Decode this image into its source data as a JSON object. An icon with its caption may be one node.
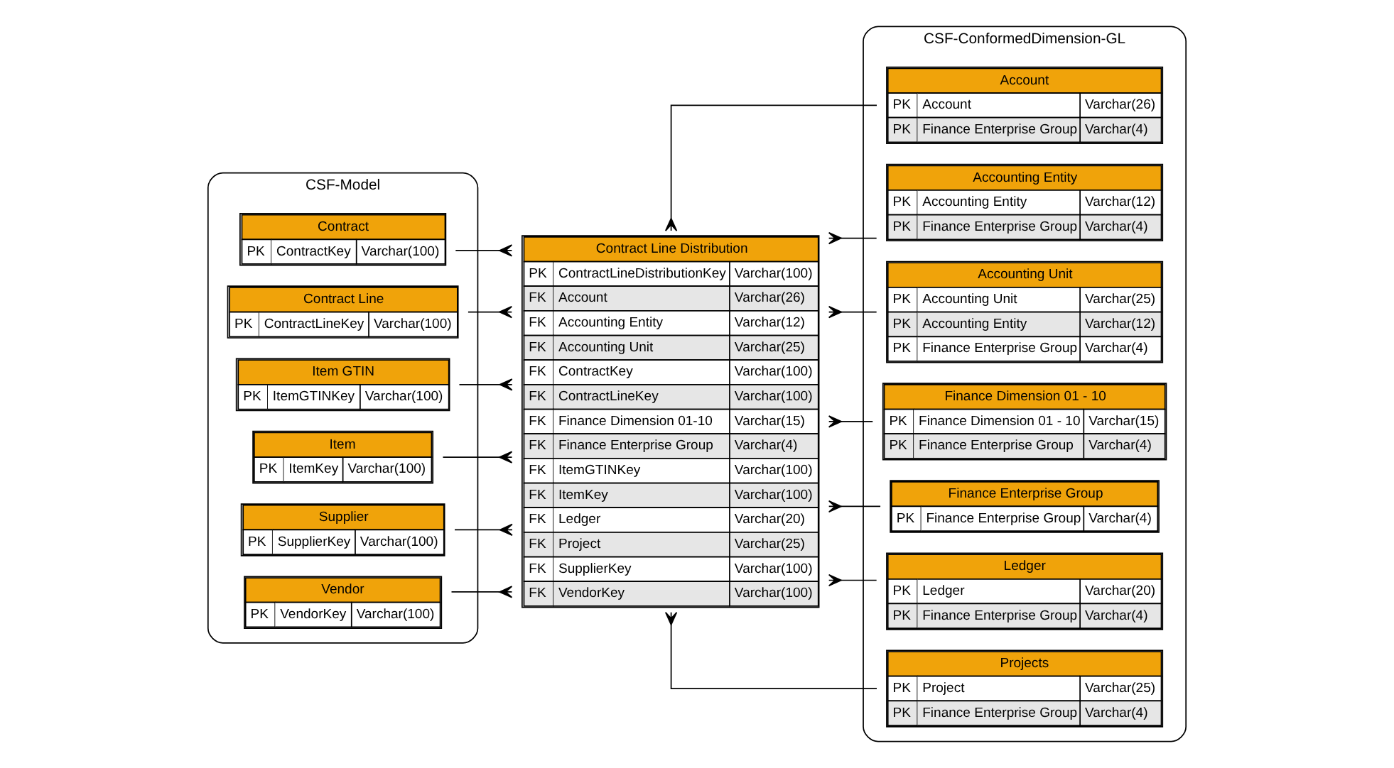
{
  "diagram": {
    "nodes": [
      {
        "text": [
          "CSF-Model"
        ]
      },
      {
        "text": [
          "Contract",
          "PK",
          "ContractKey",
          "Varchar(100)"
        ],
        "in": 0
      },
      {
        "text": [
          "Contract Line",
          "PK",
          "ContractLineKey",
          "Varchar(100)"
        ],
        "in": 0
      },
      {
        "text": [
          "Item GTIN",
          "PK",
          "ItemGTINKey",
          "Varchar(100)"
        ],
        "in": 0
      },
      {
        "text": [
          "Item",
          "PK",
          "ItemKey",
          "Varchar(100)"
        ],
        "in": 0
      },
      {
        "text": [
          "Supplier",
          "PK",
          "SupplierKey",
          "Varchar(100)"
        ],
        "in": 0
      },
      {
        "text": [
          "Vendor",
          "PK",
          "VendorKey",
          "Varchar(100)"
        ],
        "in": 0
      },
      {
        "text": [
          "Contract Line Distribution",
          "PK",
          "ContractLineDistributionKey",
          "Varchar(100)",
          "FK",
          "Account",
          "Varchar(26)",
          "FK",
          "Accounting Entity",
          "Varchar(12)",
          "FK",
          "Accounting Unit",
          "Varchar(25)",
          "FK",
          "ContractKey",
          "Varchar(100)",
          "FK",
          "ContractLineKey",
          "Varchar(100)",
          "FK",
          "Finance Dimension 01-10",
          "Varchar(15)",
          "FK",
          "Finance Enterprise Group",
          "Varchar(4)",
          "FK",
          "ItemGTINKey",
          "Varchar(100)",
          "FK",
          "ItemKey",
          "Varchar(100)",
          "FK",
          "Ledger",
          "Varchar(20)",
          "FK",
          "Project",
          "Varchar(25)",
          "FK",
          "SupplierKey",
          "Varchar(100)",
          "FK",
          "VendorKey",
          "Varchar(100)"
        ]
      },
      {
        "text": [
          "CSF-ConformedDimension-GL"
        ]
      },
      {
        "text": [
          "Account",
          "PK",
          "Account",
          "Varchar(26)",
          "PK",
          "Finance Enterprise Group",
          "Varchar(4)"
        ],
        "in": 8
      },
      {
        "text": [
          "Accounting Entity",
          "PK",
          "Accounting Entity",
          "Varchar(12)",
          "PK",
          "Finance Enterprise Group",
          "Varchar(4)"
        ],
        "in": 8
      },
      {
        "text": [
          "Accounting Unit",
          "PK",
          "Accounting Unit",
          "Varchar(25)",
          "PK",
          "Accounting Entity",
          "Varchar(12)",
          "PK",
          "Finance Enterprise Group",
          "Varchar(4)"
        ],
        "in": 8
      },
      {
        "text": [
          "Finance Dimension 01 - 10",
          "PK",
          "Finance Dimension 01 - 10",
          "Varchar(15)",
          "PK",
          "Finance Enterprise Group",
          "Varchar(4)"
        ],
        "in": 8
      },
      {
        "text": [
          "Finance Enterprise Group",
          "PK",
          "Finance Enterprise Group",
          "Varchar(4)"
        ],
        "in": 8
      },
      {
        "text": [
          "Ledger",
          "PK",
          "Ledger",
          "Varchar(20)",
          "PK",
          "Finance Enterprise Group",
          "Varchar(4)"
        ],
        "in": 8
      },
      {
        "text": [
          "Projects",
          "PK",
          "Project",
          "Varchar(25)",
          "PK",
          "Finance Enterprise Group",
          "Varchar(4)"
        ],
        "in": 8
      }
    ],
    "edges": [
      {
        "from": 1,
        "to": 7,
        "arrow": "other"
      },
      {
        "from": 2,
        "to": 7,
        "arrow": "other"
      },
      {
        "from": 3,
        "to": 7,
        "arrow": "other"
      },
      {
        "from": 4,
        "to": 7,
        "arrow": "other"
      },
      {
        "from": 5,
        "to": 7,
        "arrow": "other"
      },
      {
        "from": 6,
        "to": 7,
        "arrow": "other"
      },
      {
        "from": 7,
        "to": 9,
        "arrow": "other"
      },
      {
        "from": 7,
        "to": 10,
        "arrow": "other"
      },
      {
        "from": 7,
        "to": 11,
        "arrow": "other"
      },
      {
        "from": 7,
        "to": 12,
        "arrow": "other"
      },
      {
        "from": 7,
        "to": 13,
        "arrow": "other"
      },
      {
        "from": 7,
        "to": 14,
        "arrow": "other"
      },
      {
        "from": 7,
        "to": 15,
        "arrow": "other"
      }
    ]
  }
}
